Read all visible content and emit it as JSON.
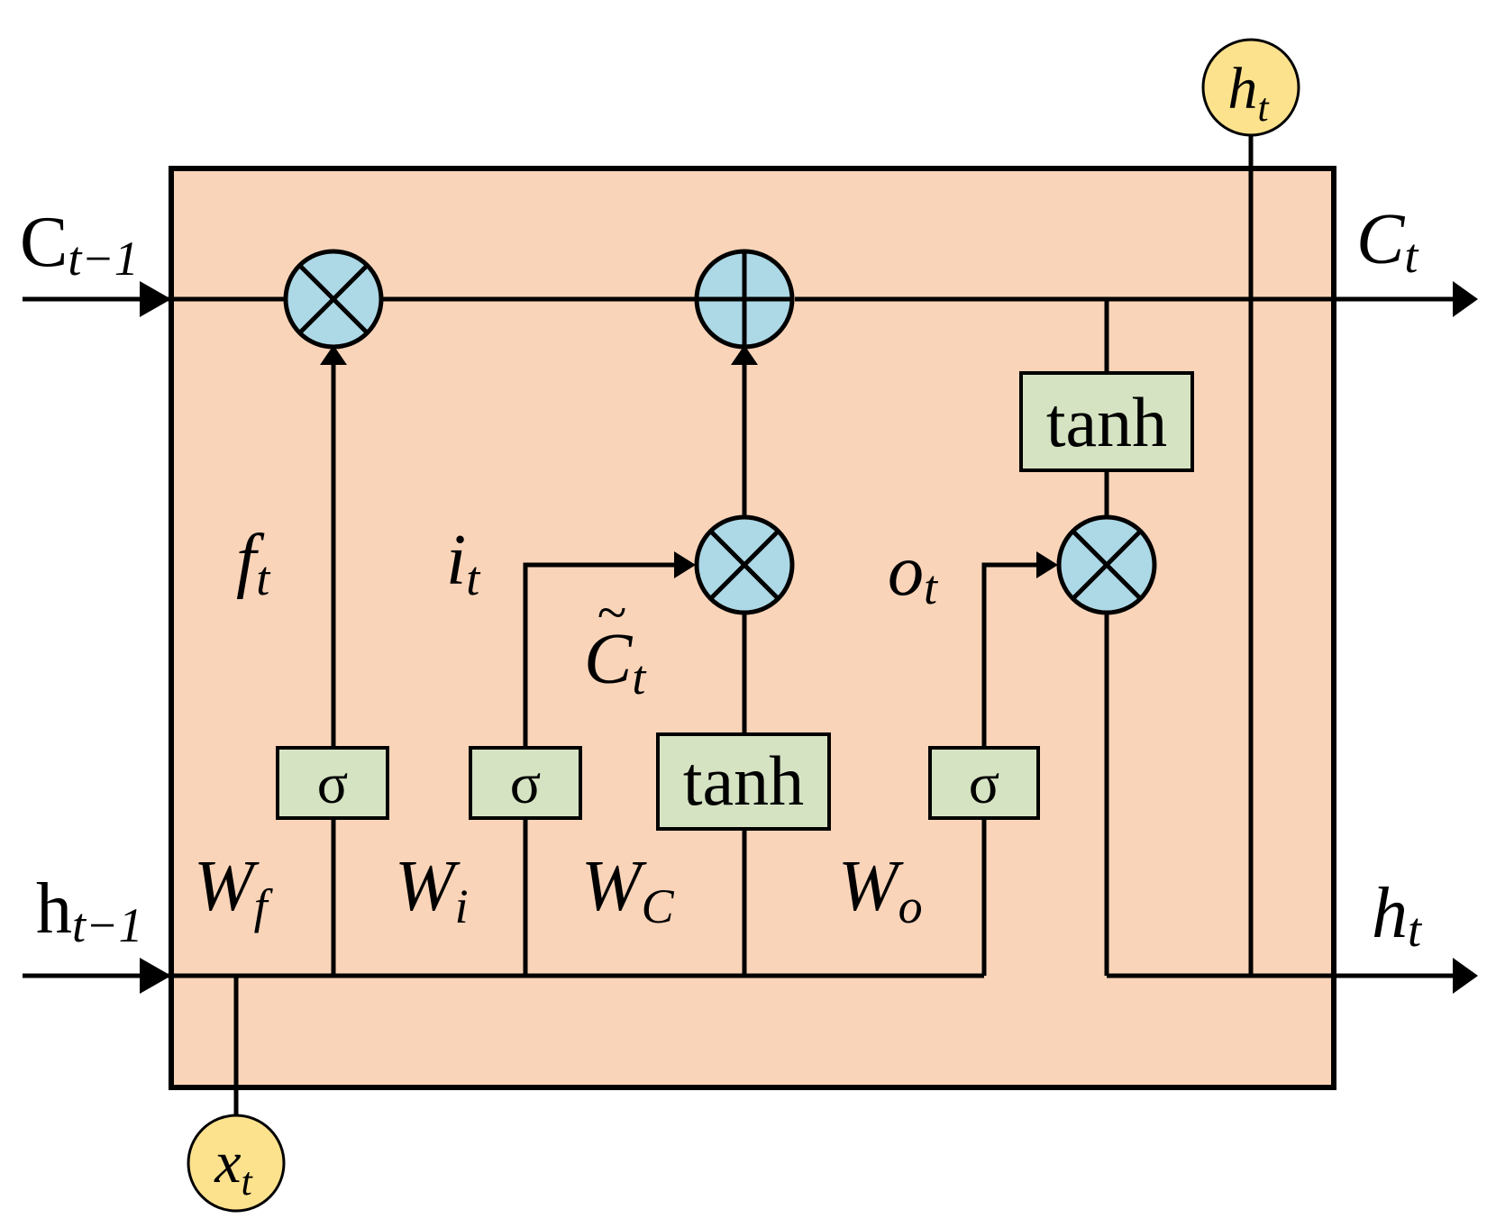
{
  "inputs": {
    "c_prev": {
      "base": "C",
      "sub": "t−1"
    },
    "h_prev": {
      "base": "h",
      "sub": "t−1"
    },
    "x_t": {
      "base": "x",
      "sub": "t"
    }
  },
  "outputs": {
    "c_t": {
      "base": "C",
      "sub": "t"
    },
    "h_t_right": {
      "base": "h",
      "sub": "t"
    },
    "h_t_top": {
      "base": "h",
      "sub": "t"
    }
  },
  "gates": {
    "forget": {
      "label": "f",
      "sub": "t",
      "fn": "σ",
      "weight": "W",
      "weight_sub": "f"
    },
    "input": {
      "label": "i",
      "sub": "t",
      "fn": "σ",
      "weight": "W",
      "weight_sub": "i"
    },
    "candidate": {
      "label": "C",
      "tilde": "~",
      "sub": "t",
      "fn": "tanh",
      "weight": "W",
      "weight_sub": "C"
    },
    "output": {
      "label": "o",
      "sub": "t",
      "fn": "σ",
      "weight": "W",
      "weight_sub": "o"
    },
    "cell_tanh": {
      "fn": "tanh"
    }
  },
  "operators": {
    "multiply": "⊗",
    "add": "⊕"
  },
  "colors": {
    "cell_fill": "#f9d4b9",
    "operator_fill": "#add8e6",
    "activation_fill": "#d5e3c2",
    "io_node_fill": "#fde28e",
    "stroke": "#000000"
  }
}
